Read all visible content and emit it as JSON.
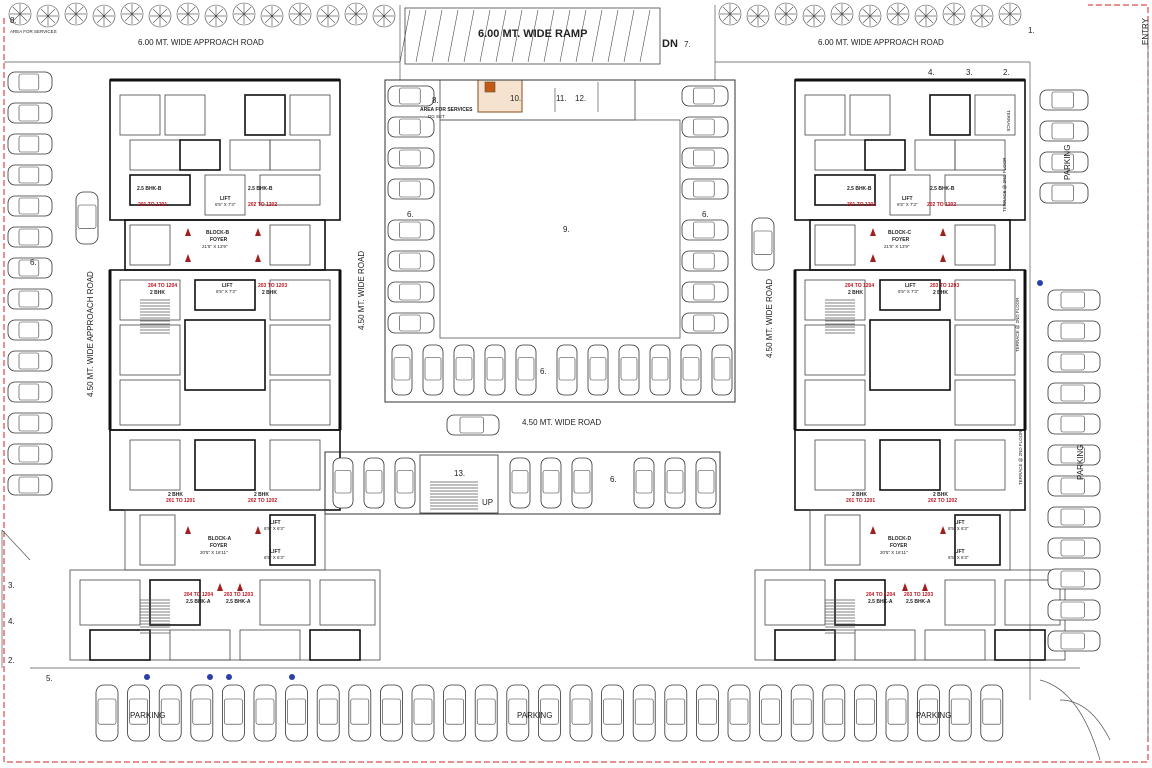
{
  "labels": {
    "top_left_road": "6.00 MT. WIDE APPROACH ROAD",
    "top_right_road": "6.00 MT. WIDE APPROACH ROAD",
    "ramp": "6.00 MT. WIDE RAMP",
    "dn": "DN",
    "left_vertical_road": "4.50 MT. WIDE APPROACH ROAD",
    "center_left_road": "4.50 MT. WIDE ROAD",
    "center_right_road": "4.50 MT. WIDE ROAD",
    "center_h_road": "4.50 MT. WIDE ROAD",
    "up": "UP",
    "entry": "ENTRY",
    "parking_1": "PARKING",
    "parking_2": "PARKING",
    "parking_3": "PARKING",
    "parking_right_v": "PARKING",
    "parking_right_top": "PARKING",
    "terrace_top": "TERRACE",
    "terrace_2nd_a": "TERRACE @ 2ND FLOOR",
    "terrace_2nd_b": "TERRACE @ 2ND FLOOR",
    "terrace_2nd_c": "TERRACE @ 2ND FLOOR",
    "area_services": "AREA FOR SERVICES",
    "dg_set": "DG SET",
    "area_services_left": "AREA FOR SERVICES",
    "num_1": "1.",
    "num_2a": "2.",
    "num_2b": "2.",
    "num_3a": "3.",
    "num_3b": "3.",
    "num_4a": "4.",
    "num_4b": "4.",
    "num_5": "5.",
    "num_6_left": "6.",
    "num_6_ctl": "6.",
    "num_6_ctr": "6.",
    "num_6_mid": "6.",
    "num_6_bot": "6.",
    "num_7": "7.",
    "num_8_top": "8.",
    "num_8_left": "8.",
    "num_9": "9.",
    "num_10": "10.",
    "num_11": "11.",
    "num_12": "12.",
    "num_13": "13."
  },
  "blocks": {
    "b": {
      "title": "BLOCK-B",
      "foyer": "FOYER",
      "foyer_size": "21'5\" X 13'9\"",
      "lift_top": "LIFT",
      "lift_top_size": "6'5\" X 7'3\"",
      "lift_mid": "LIFT",
      "lift_mid_size": "6'5\" X 7'3\"",
      "unit_tl": "2.5 BHK-B",
      "unit_tr": "2.5 BHK-B",
      "range_tl": "201 TO 1201",
      "range_tr": "202 TO 1202",
      "range_ml": "204 TO 1204",
      "range_mr": "203 TO 1203",
      "unit_ml": "2 BHK",
      "unit_mr": "2 BHK"
    },
    "a": {
      "title": "BLOCK-A",
      "foyer": "FOYER",
      "foyer_size": "20'5\" X 16'11\"",
      "lift1": "LIFT",
      "lift1_size": "6'5\" X 6'3\"",
      "lift2": "LIFT",
      "lift2_size": "6'5\" X 6'3\"",
      "unit_tl": "2 BHK",
      "unit_tr": "2 BHK",
      "range_tl": "201 TO 1201",
      "range_tr": "202 TO 1202",
      "range_bl": "204 TO 1204",
      "range_br": "203 TO 1203",
      "unit_bl": "2.5 BHK-A",
      "unit_br": "2.5 BHK-A"
    },
    "c": {
      "title": "BLOCK-C",
      "foyer": "FOYER",
      "foyer_size": "21'5\" X 13'9\"",
      "lift_top": "LIFT",
      "lift_top_size": "6'5\" X 7'3\"",
      "lift_mid": "LIFT",
      "lift_mid_size": "6'5\" X 7'3\"",
      "unit_tl": "2.5 BHK-B",
      "unit_tr": "2.5 BHK-B",
      "range_tl": "201 TO 1201",
      "range_tr": "202 TO 1202",
      "range_ml": "204 TO 1204",
      "range_mr": "203 TO 1203",
      "unit_ml": "2 BHK",
      "unit_mr": "2 BHK"
    },
    "d": {
      "title": "BLOCK-D",
      "foyer": "FOYER",
      "foyer_size": "20'5\" X 16'11\"",
      "lift1": "LIFT",
      "lift1_size": "6'5\" X 6'3\"",
      "lift2": "LIFT",
      "lift2_size": "6'5\" X 6'3\"",
      "unit_tl": "2 BHK",
      "unit_tr": "2 BHK",
      "range_tl": "201 TO 1201",
      "range_tr": "202 TO 1202",
      "range_bl": "204 TO 1204",
      "range_br": "203 TO 1203",
      "unit_bl": "2.5 BHK-A",
      "unit_br": "2.5 BHK-A"
    }
  },
  "colors": {
    "boundary": "#d42020",
    "unit_range": "#c0141e",
    "marker": "#2b3fa8"
  }
}
